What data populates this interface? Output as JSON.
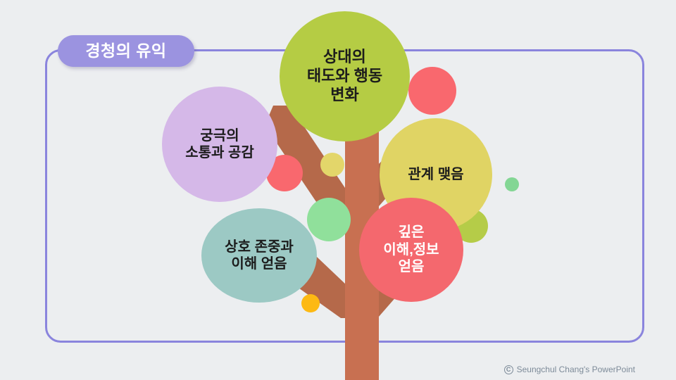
{
  "slide": {
    "background_color": "#eceef0",
    "frame_color": "#8a84dd",
    "title": "경청의 유익",
    "title_badge_color": "#9b93e0",
    "title_text_color": "#ffffff"
  },
  "tree": {
    "trunk_color": "#c87051",
    "trunk_shade_color": "#b5694a"
  },
  "bubbles": [
    {
      "name": "bubble-top",
      "text": "상대의\n태도와 행동\n변화",
      "color": "#b5cc44",
      "text_color": "#1c1c1c"
    },
    {
      "name": "bubble-left",
      "text": "궁극의\n소통과 공감",
      "color": "#d5b8e8",
      "text_color": "#1c1c1c"
    },
    {
      "name": "bubble-right",
      "text": "관계 맺음",
      "color": "#e0d464",
      "text_color": "#1c1c1c"
    },
    {
      "name": "bubble-teal",
      "text": "상호 존중과\n이해 얻음",
      "color": "#9cc9c4",
      "text_color": "#1c1c1c"
    },
    {
      "name": "bubble-pink",
      "text": "깊은\n이해,정보\n얻음",
      "color": "#f4686e",
      "text_color": "#ffffff"
    }
  ],
  "accent_dots": [
    {
      "name": "dot-coral-upper-right",
      "color": "#f9686e"
    },
    {
      "name": "dot-coral-left",
      "color": "#f9686e"
    },
    {
      "name": "dot-yellow-small",
      "color": "#e3d66a"
    },
    {
      "name": "dot-green-mid",
      "color": "#90e09b"
    },
    {
      "name": "dot-green-small-right",
      "color": "#83d694"
    },
    {
      "name": "dot-olive-right",
      "color": "#b5cc48"
    },
    {
      "name": "dot-amber-lower-left",
      "color": "#fdb913"
    }
  ],
  "footer": {
    "icon": "copyright-icon",
    "icon_glyph": "C",
    "text": "Seungchul Chang's PowerPoint",
    "text_color": "#7d8b99"
  }
}
